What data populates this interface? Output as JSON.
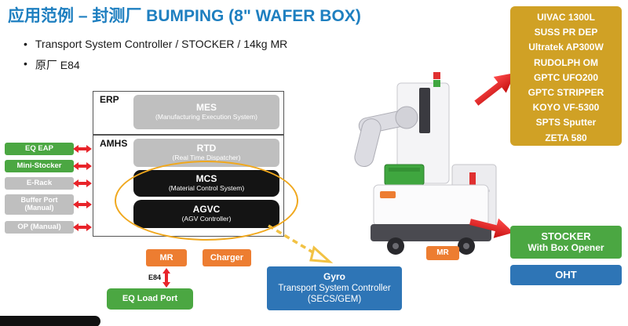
{
  "slide": {
    "title": "应用范例 – 封测厂 BUMPING (8\" WAFER BOX)",
    "bullets": [
      "Transport System Controller / STOCKER / 14kg MR",
      "原厂 E84"
    ]
  },
  "erp": {
    "label": "ERP",
    "mes_title": "MES",
    "mes_subtitle": "(Manufacturing Execution System)"
  },
  "amhs": {
    "label": "AMHS",
    "rtd_title": "RTD",
    "rtd_subtitle": "(Real Time Dispatcher)",
    "mcs_title": "MCS",
    "mcs_subtitle": "(Material Control System)",
    "agvc_title": "AGVC",
    "agvc_subtitle": "(AGV Controller)"
  },
  "left_items": [
    {
      "label": "EQ EAP"
    },
    {
      "label": "Mini-Stocker"
    },
    {
      "label": "E-Rack"
    },
    {
      "label": "Buffer Port (Manual)"
    },
    {
      "label": "OP (Manual)"
    }
  ],
  "bottom": {
    "mr": "MR",
    "charger": "Charger",
    "e84": "E84",
    "eq_load_port": "EQ Load Port",
    "gyro_line1": "Gyro",
    "gyro_line2": "Transport System Controller",
    "gyro_line3": "(SECS/GEM)"
  },
  "right": {
    "equipment_list": [
      "UIVAC 1300L",
      "SUSS PR DEP",
      "Ultratek AP300W",
      "RUDOLPH OM",
      "GPTC UFO200",
      "GPTC STRIPPER",
      "KOYO VF-5300",
      "SPTS Sputter",
      "ZETA 580"
    ],
    "mr_label": "MR",
    "stocker_line1": "STOCKER",
    "stocker_line2": "With Box Opener",
    "oht": "OHT"
  },
  "colors": {
    "title_blue": "#1E7FC0",
    "gold": "#D0A125",
    "green": "#4BA742",
    "gray": "#BFBFBF",
    "orange": "#ED7D31",
    "blue": "#2E75B6",
    "black_box": "#141414",
    "red_arrow": "#E8242A",
    "ellipse_yellow": "#F0A81E",
    "dashed_arrow_yellow": "#F2C244"
  }
}
